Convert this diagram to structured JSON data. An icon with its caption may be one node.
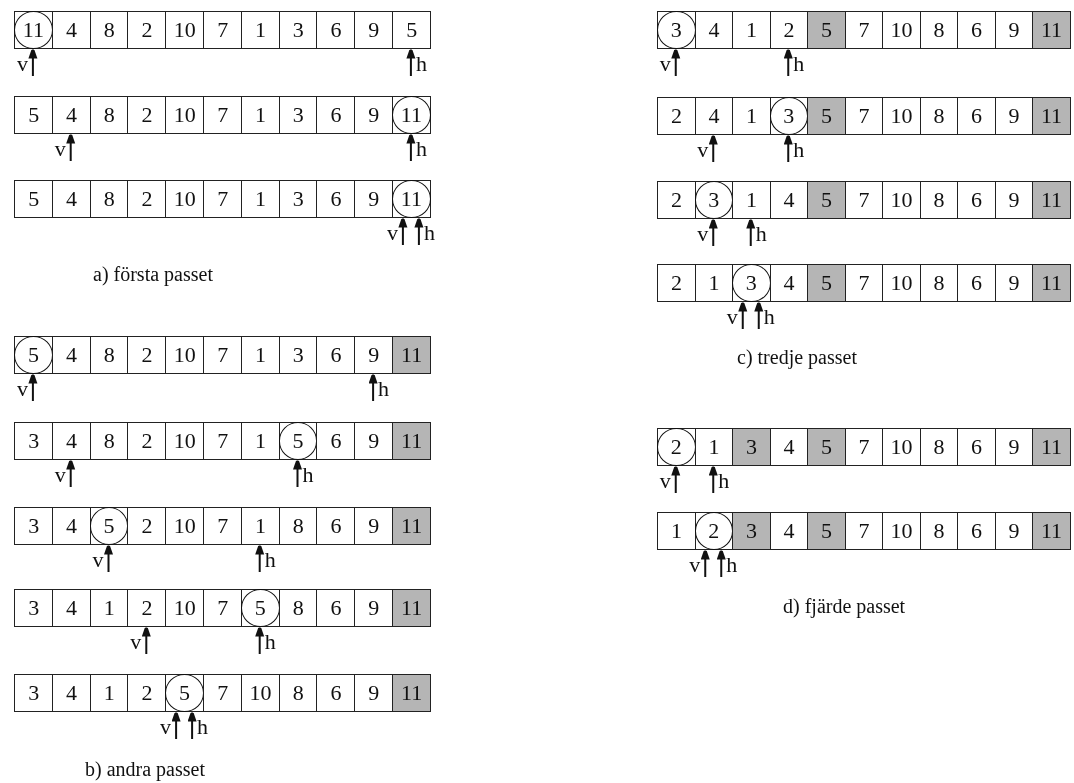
{
  "diagram": {
    "nodes": [
      {
        "text": [
          "11"
        ]
      },
      {
        "text": [
          "4"
        ]
      },
      {
        "text": [
          "8"
        ]
      },
      {
        "text": [
          "2"
        ]
      },
      {
        "text": [
          "10"
        ]
      },
      {
        "text": [
          "7"
        ]
      },
      {
        "text": [
          "1"
        ]
      },
      {
        "text": [
          "3"
        ]
      },
      {
        "text": [
          "6"
        ]
      },
      {
        "text": [
          "9"
        ]
      },
      {
        "text": [
          "5"
        ]
      },
      {
        "text": [
          "v"
        ]
      },
      {
        "text": [
          "h"
        ]
      },
      {
        "text": [
          "5"
        ]
      },
      {
        "text": [
          "4"
        ]
      },
      {
        "text": [
          "8"
        ]
      },
      {
        "text": [
          "2"
        ]
      },
      {
        "text": [
          "10"
        ]
      },
      {
        "text": [
          "7"
        ]
      },
      {
        "text": [
          "1"
        ]
      },
      {
        "text": [
          "3"
        ]
      },
      {
        "text": [
          "6"
        ]
      },
      {
        "text": [
          "9"
        ]
      },
      {
        "text": [
          "11"
        ]
      },
      {
        "text": [
          "v"
        ]
      },
      {
        "text": [
          "h"
        ]
      },
      {
        "text": [
          "5"
        ]
      },
      {
        "text": [
          "4"
        ]
      },
      {
        "text": [
          "8"
        ]
      },
      {
        "text": [
          "2"
        ]
      },
      {
        "text": [
          "10"
        ]
      },
      {
        "text": [
          "7"
        ]
      },
      {
        "text": [
          "1"
        ]
      },
      {
        "text": [
          "3"
        ]
      },
      {
        "text": [
          "6"
        ]
      },
      {
        "text": [
          "9"
        ]
      },
      {
        "text": [
          "11"
        ]
      },
      {
        "text": [
          "v"
        ]
      },
      {
        "text": [
          "h"
        ]
      },
      {
        "text": [
          "5"
        ]
      },
      {
        "text": [
          "4"
        ]
      },
      {
        "text": [
          "8"
        ]
      },
      {
        "text": [
          "2"
        ]
      },
      {
        "text": [
          "10"
        ]
      },
      {
        "text": [
          "7"
        ]
      },
      {
        "text": [
          "1"
        ]
      },
      {
        "text": [
          "3"
        ]
      },
      {
        "text": [
          "6"
        ]
      },
      {
        "text": [
          "9"
        ]
      },
      {
        "text": [
          "11"
        ]
      },
      {
        "text": [
          "v"
        ]
      },
      {
        "text": [
          "h"
        ]
      },
      {
        "text": [
          "3"
        ]
      },
      {
        "text": [
          "4"
        ]
      },
      {
        "text": [
          "8"
        ]
      },
      {
        "text": [
          "2"
        ]
      },
      {
        "text": [
          "10"
        ]
      },
      {
        "text": [
          "7"
        ]
      },
      {
        "text": [
          "1"
        ]
      },
      {
        "text": [
          "5"
        ]
      },
      {
        "text": [
          "6"
        ]
      },
      {
        "text": [
          "9"
        ]
      },
      {
        "text": [
          "11"
        ]
      },
      {
        "text": [
          "v"
        ]
      },
      {
        "text": [
          "h"
        ]
      },
      {
        "text": [
          "3"
        ]
      },
      {
        "text": [
          "4"
        ]
      },
      {
        "text": [
          "5"
        ]
      },
      {
        "text": [
          "2"
        ]
      },
      {
        "text": [
          "10"
        ]
      },
      {
        "text": [
          "7"
        ]
      },
      {
        "text": [
          "1"
        ]
      },
      {
        "text": [
          "8"
        ]
      },
      {
        "text": [
          "6"
        ]
      },
      {
        "text": [
          "9"
        ]
      },
      {
        "text": [
          "11"
        ]
      },
      {
        "text": [
          "v"
        ]
      },
      {
        "text": [
          "h"
        ]
      },
      {
        "text": [
          "3"
        ]
      },
      {
        "text": [
          "4"
        ]
      },
      {
        "text": [
          "1"
        ]
      },
      {
        "text": [
          "2"
        ]
      },
      {
        "text": [
          "10"
        ]
      },
      {
        "text": [
          "7"
        ]
      },
      {
        "text": [
          "5"
        ]
      },
      {
        "text": [
          "8"
        ]
      },
      {
        "text": [
          "6"
        ]
      },
      {
        "text": [
          "9"
        ]
      },
      {
        "text": [
          "11"
        ]
      },
      {
        "text": [
          "v"
        ]
      },
      {
        "text": [
          "h"
        ]
      },
      {
        "text": [
          "3"
        ]
      },
      {
        "text": [
          "4"
        ]
      },
      {
        "text": [
          "1"
        ]
      },
      {
        "text": [
          "2"
        ]
      },
      {
        "text": [
          "5"
        ]
      },
      {
        "text": [
          "7"
        ]
      },
      {
        "text": [
          "10"
        ]
      },
      {
        "text": [
          "8"
        ]
      },
      {
        "text": [
          "6"
        ]
      },
      {
        "text": [
          "9"
        ]
      },
      {
        "text": [
          "11"
        ]
      },
      {
        "text": [
          "v"
        ]
      },
      {
        "text": [
          "h"
        ]
      },
      {
        "text": [
          "3"
        ]
      },
      {
        "text": [
          "4"
        ]
      },
      {
        "text": [
          "1"
        ]
      },
      {
        "text": [
          "2"
        ]
      },
      {
        "text": [
          "5"
        ]
      },
      {
        "text": [
          "7"
        ]
      },
      {
        "text": [
          "10"
        ]
      },
      {
        "text": [
          "8"
        ]
      },
      {
        "text": [
          "6"
        ]
      },
      {
        "text": [
          "9"
        ]
      },
      {
        "text": [
          "11"
        ]
      },
      {
        "text": [
          "v"
        ]
      },
      {
        "text": [
          "h"
        ]
      },
      {
        "text": [
          "2"
        ]
      },
      {
        "text": [
          "4"
        ]
      },
      {
        "text": [
          "1"
        ]
      },
      {
        "text": [
          "3"
        ]
      },
      {
        "text": [
          "5"
        ]
      },
      {
        "text": [
          "7"
        ]
      },
      {
        "text": [
          "10"
        ]
      },
      {
        "text": [
          "8"
        ]
      },
      {
        "text": [
          "6"
        ]
      },
      {
        "text": [
          "9"
        ]
      },
      {
        "text": [
          "11"
        ]
      },
      {
        "text": [
          "v"
        ]
      },
      {
        "text": [
          "h"
        ]
      },
      {
        "text": [
          "2"
        ]
      },
      {
        "text": [
          "3"
        ]
      },
      {
        "text": [
          "1"
        ]
      },
      {
        "text": [
          "4"
        ]
      },
      {
        "text": [
          "5"
        ]
      },
      {
        "text": [
          "7"
        ]
      },
      {
        "text": [
          "10"
        ]
      },
      {
        "text": [
          "8"
        ]
      },
      {
        "text": [
          "6"
        ]
      },
      {
        "text": [
          "9"
        ]
      },
      {
        "text": [
          "11"
        ]
      },
      {
        "text": [
          "v"
        ]
      },
      {
        "text": [
          "h"
        ]
      },
      {
        "text": [
          "2"
        ]
      },
      {
        "text": [
          "1"
        ]
      },
      {
        "text": [
          "3"
        ]
      },
      {
        "text": [
          "4"
        ]
      },
      {
        "text": [
          "5"
        ]
      },
      {
        "text": [
          "7"
        ]
      },
      {
        "text": [
          "10"
        ]
      },
      {
        "text": [
          "8"
        ]
      },
      {
        "text": [
          "6"
        ]
      },
      {
        "text": [
          "9"
        ]
      },
      {
        "text": [
          "11"
        ]
      },
      {
        "text": [
          "v"
        ]
      },
      {
        "text": [
          "h"
        ]
      },
      {
        "text": [
          "2"
        ]
      },
      {
        "text": [
          "1"
        ]
      },
      {
        "text": [
          "3"
        ]
      },
      {
        "text": [
          "4"
        ]
      },
      {
        "text": [
          "5"
        ]
      },
      {
        "text": [
          "7"
        ]
      },
      {
        "text": [
          "10"
        ]
      },
      {
        "text": [
          "8"
        ]
      },
      {
        "text": [
          "6"
        ]
      },
      {
        "text": [
          "9"
        ]
      },
      {
        "text": [
          "11"
        ]
      },
      {
        "text": [
          "v"
        ]
      },
      {
        "text": [
          "h"
        ]
      },
      {
        "text": [
          "1"
        ]
      },
      {
        "text": [
          "2"
        ]
      },
      {
        "text": [
          "3"
        ]
      },
      {
        "text": [
          "4"
        ]
      },
      {
        "text": [
          "5"
        ]
      },
      {
        "text": [
          "7"
        ]
      },
      {
        "text": [
          "10"
        ]
      },
      {
        "text": [
          "8"
        ]
      },
      {
        "text": [
          "6"
        ]
      },
      {
        "text": [
          "9"
        ]
      },
      {
        "text": [
          "11"
        ]
      },
      {
        "text": [
          "v"
        ]
      },
      {
        "text": [
          "h"
        ]
      }
    ],
    "edges": [
      {
        "from": 11,
        "to": 0,
        "arrow": "to"
      },
      {
        "from": 12,
        "to": 10,
        "arrow": "to"
      },
      {
        "from": 24,
        "to": 14,
        "arrow": "to"
      },
      {
        "from": 25,
        "to": 23,
        "arrow": "to"
      },
      {
        "from": 37,
        "to": 36,
        "arrow": "to"
      },
      {
        "from": 38,
        "to": 36,
        "arrow": "to"
      },
      {
        "from": 50,
        "to": 39,
        "arrow": "to"
      },
      {
        "from": 51,
        "to": 48,
        "arrow": "to"
      },
      {
        "from": 63,
        "to": 53,
        "arrow": "to"
      },
      {
        "from": 64,
        "to": 59,
        "arrow": "to"
      },
      {
        "from": 76,
        "to": 67,
        "arrow": "to"
      },
      {
        "from": 77,
        "to": 71,
        "arrow": "to"
      },
      {
        "from": 89,
        "to": 81,
        "arrow": "to"
      },
      {
        "from": 90,
        "to": 84,
        "arrow": "to"
      },
      {
        "from": 102,
        "to": 95,
        "arrow": "to"
      },
      {
        "from": 103,
        "to": 95,
        "arrow": "to"
      },
      {
        "from": 115,
        "to": 104,
        "arrow": "to"
      },
      {
        "from": 116,
        "to": 107,
        "arrow": "to"
      },
      {
        "from": 128,
        "to": 118,
        "arrow": "to"
      },
      {
        "from": 129,
        "to": 120,
        "arrow": "to"
      },
      {
        "from": 141,
        "to": 131,
        "arrow": "to"
      },
      {
        "from": 142,
        "to": 132,
        "arrow": "to"
      },
      {
        "from": 154,
        "to": 145,
        "arrow": "to"
      },
      {
        "from": 155,
        "to": 145,
        "arrow": "to"
      },
      {
        "from": 167,
        "to": 156,
        "arrow": "to"
      },
      {
        "from": 168,
        "to": 157,
        "arrow": "to"
      },
      {
        "from": 180,
        "to": 170,
        "arrow": "to"
      },
      {
        "from": 181,
        "to": 170,
        "arrow": "to"
      }
    ],
    "labels": [
      "a) första passet",
      "b) andra passet",
      "c) tredje passet",
      "d) fjärde passet"
    ]
  }
}
